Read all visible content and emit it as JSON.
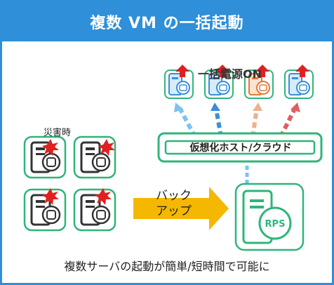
{
  "title": "複数 VM の一括起動",
  "power_on_label": "一括電源ON",
  "disaster_label": "災害時",
  "host_label": "仮想化ホスト/クラウド",
  "backup_label_line1": "バック",
  "backup_label_line2": "アップ",
  "rps_label": "RPS",
  "caption": "複数サーバの起動が簡単/短時間で可能に",
  "colors": {
    "frame": "#2f8fd8",
    "blue_server": "#3a8fd6",
    "orange_server": "#e07b3a",
    "green_outline": "#2fb57a",
    "red_arrow": "#e02020",
    "dark_server": "#333333",
    "backup_arrow": "#f5b800"
  }
}
